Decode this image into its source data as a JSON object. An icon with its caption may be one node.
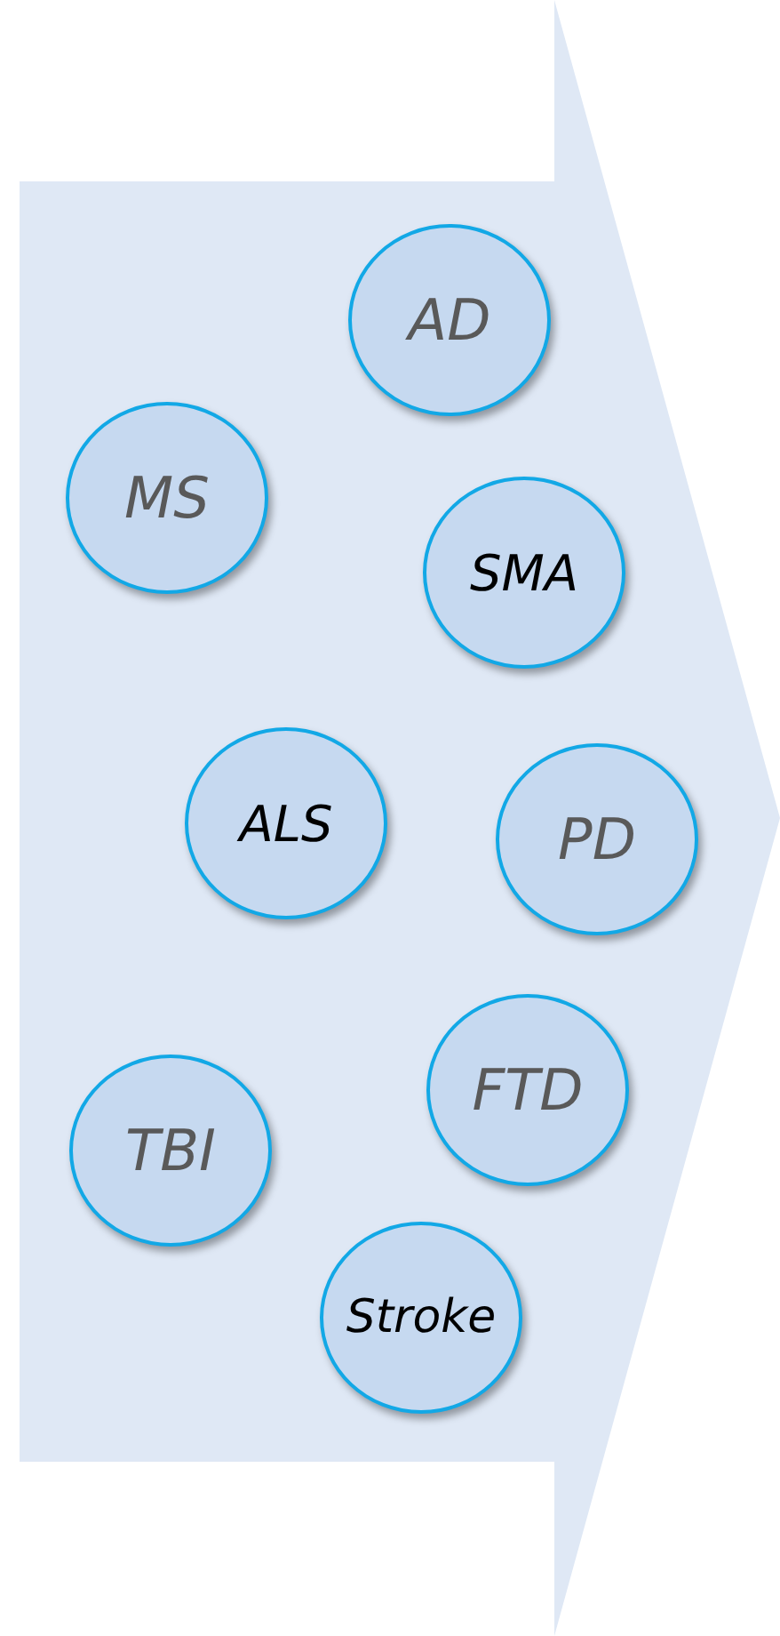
{
  "diagram": {
    "nodes": [
      {
        "text": [],
        "shape": "arrow"
      },
      {
        "text": [
          "AD"
        ],
        "in": 0
      },
      {
        "text": [
          "MS"
        ],
        "in": 0
      },
      {
        "text": [
          "SMA"
        ],
        "in": 0
      },
      {
        "text": [
          "ALS"
        ],
        "in": 0
      },
      {
        "text": [
          "PD"
        ],
        "in": 0
      },
      {
        "text": [
          "FTD"
        ],
        "in": 0
      },
      {
        "text": [
          "TBI"
        ],
        "in": 0
      },
      {
        "text": [
          "Stroke"
        ],
        "in": 0
      }
    ]
  }
}
